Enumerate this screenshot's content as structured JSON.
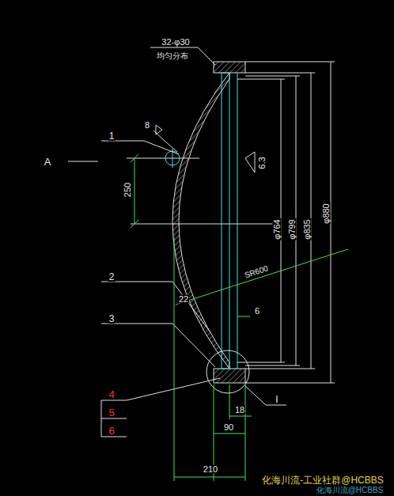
{
  "diagram": {
    "labels": [
      "32-φ30",
      "均匀分布",
      "A",
      "1",
      "8",
      "250",
      "6.3",
      "φ764",
      "φ799",
      "φ835",
      "φ880",
      "SR600",
      "22",
      "2",
      "6",
      "3",
      "4",
      "5",
      "6",
      "I",
      "18",
      "90",
      "210",
      "化海川流-工业社群@HCBBS",
      "化海川流@HCBBS"
    ]
  }
}
